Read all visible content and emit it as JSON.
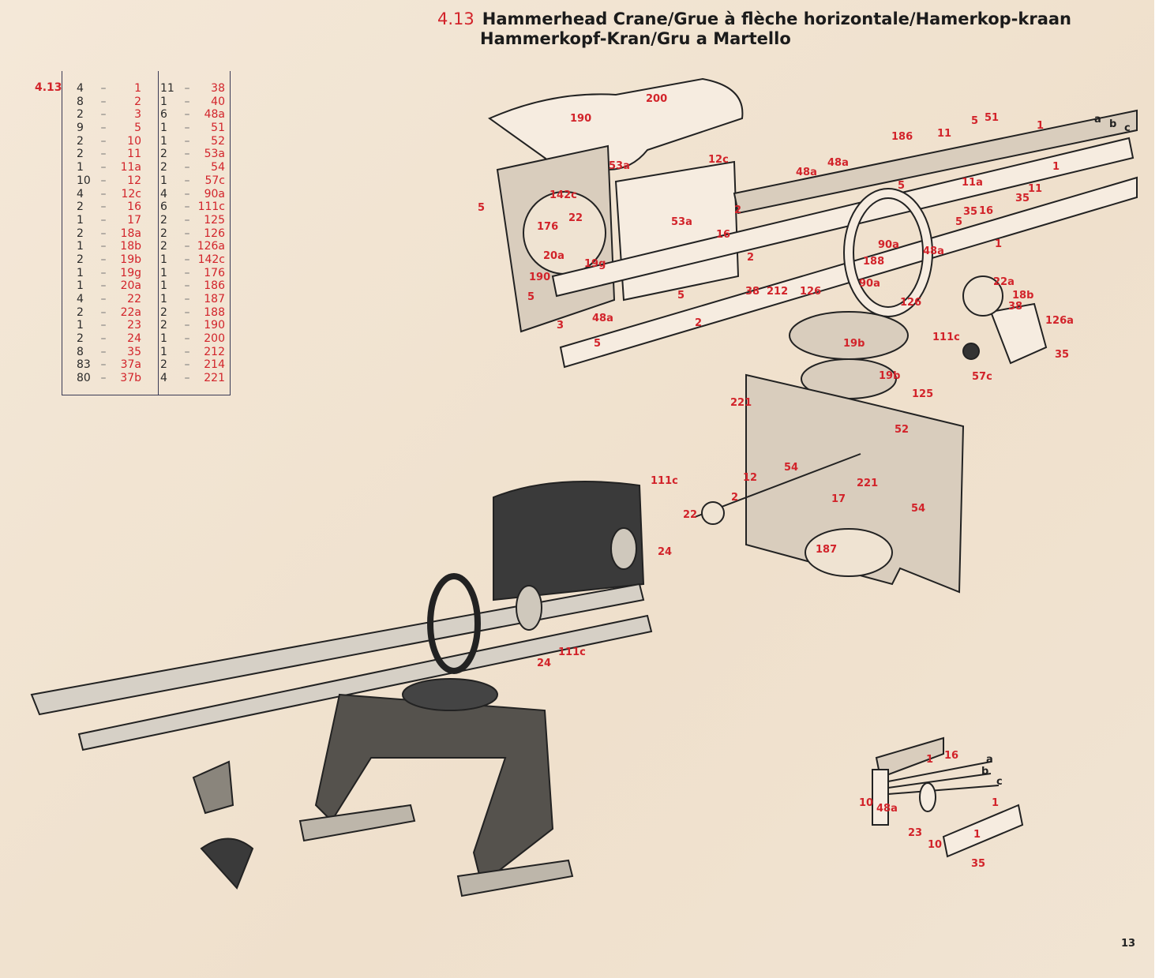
{
  "title": {
    "number": "4.13",
    "line1": "Hammerhead Crane/Grue à flèche horizontale/Hamerkop-kraan",
    "line2": "Hammerkopf-Kran/Gru a Martello"
  },
  "parts_list": {
    "model": "4.13",
    "left": [
      [
        "4",
        "1"
      ],
      [
        "8",
        "2"
      ],
      [
        "2",
        "3"
      ],
      [
        "9",
        "5"
      ],
      [
        "2",
        "10"
      ],
      [
        "2",
        "11"
      ],
      [
        "1",
        "11a"
      ],
      [
        "10",
        "12"
      ],
      [
        "4",
        "12c"
      ],
      [
        "2",
        "16"
      ],
      [
        "1",
        "17"
      ],
      [
        "2",
        "18a"
      ],
      [
        "1",
        "18b"
      ],
      [
        "2",
        "19b"
      ],
      [
        "1",
        "19g"
      ],
      [
        "1",
        "20a"
      ],
      [
        "4",
        "22"
      ],
      [
        "2",
        "22a"
      ],
      [
        "1",
        "23"
      ],
      [
        "2",
        "24"
      ],
      [
        "8",
        "35"
      ],
      [
        "83",
        "37a"
      ],
      [
        "80",
        "37b"
      ]
    ],
    "right": [
      [
        "11",
        "38"
      ],
      [
        "1",
        "40"
      ],
      [
        "6",
        "48a"
      ],
      [
        "1",
        "51"
      ],
      [
        "1",
        "52"
      ],
      [
        "2",
        "53a"
      ],
      [
        "2",
        "54"
      ],
      [
        "1",
        "57c"
      ],
      [
        "4",
        "90a"
      ],
      [
        "6",
        "111c"
      ],
      [
        "2",
        "125"
      ],
      [
        "2",
        "126"
      ],
      [
        "2",
        "126a"
      ],
      [
        "1",
        "142c"
      ],
      [
        "1",
        "176"
      ],
      [
        "1",
        "186"
      ],
      [
        "1",
        "187"
      ],
      [
        "2",
        "188"
      ],
      [
        "2",
        "190"
      ],
      [
        "1",
        "200"
      ],
      [
        "1",
        "212"
      ],
      [
        "2",
        "214"
      ],
      [
        "4",
        "221"
      ]
    ]
  },
  "labels": [
    "190",
    "200",
    "12c",
    "53a",
    "53a",
    "5",
    "142c",
    "22",
    "176",
    "20a",
    "19g",
    "190",
    "5",
    "3",
    "48a",
    "5",
    "2",
    "16",
    "2",
    "38",
    "212",
    "126",
    "5",
    "2",
    "48a",
    "48a",
    "186",
    "11",
    "5",
    "51",
    "1",
    "a",
    "b",
    "c",
    "5",
    "11a",
    "35",
    "16",
    "11",
    "35",
    "1",
    "5",
    "90a",
    "188",
    "48a",
    "1",
    "90a",
    "126",
    "22a",
    "18b",
    "38",
    "126a",
    "111c",
    "35",
    "57c",
    "19b",
    "19b",
    "125",
    "221",
    "52",
    "54",
    "12",
    "111c",
    "2",
    "22",
    "17",
    "221",
    "54",
    "187",
    "24",
    "111c",
    "24",
    "16",
    "1",
    "a",
    "b",
    "c",
    "10",
    "48a",
    "1",
    "23",
    "1",
    "10",
    "35"
  ],
  "page_number": "13",
  "colors": {
    "accent_red": "#d2232a",
    "paper": "#f2e5d4",
    "ink": "#1b1b1b"
  }
}
